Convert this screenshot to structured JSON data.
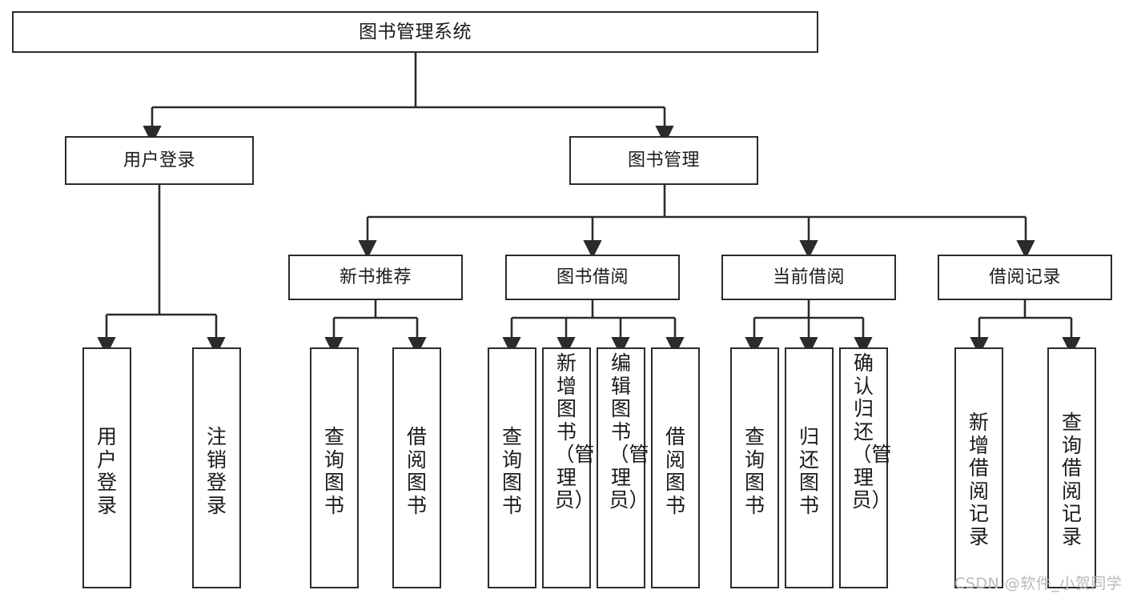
{
  "diagram": {
    "title": "图书管理系统",
    "type": "tree-hierarchy",
    "root": {
      "label": "图书管理系统"
    },
    "level2": [
      {
        "label": "用户登录"
      },
      {
        "label": "图书管理"
      }
    ],
    "level3": [
      {
        "label": "新书推荐"
      },
      {
        "label": "图书借阅"
      },
      {
        "label": "当前借阅"
      },
      {
        "label": "借阅记录"
      }
    ],
    "leaves": {
      "user_login": [
        {
          "label": "用户登录"
        },
        {
          "label": "注销登录"
        }
      ],
      "new_book_recommend": [
        {
          "label": "查询图书"
        },
        {
          "label": "借阅图书"
        }
      ],
      "book_borrow": [
        {
          "label": "查询图书"
        },
        {
          "label": "新增图书（管理员）"
        },
        {
          "label": "编辑图书（管理员）"
        },
        {
          "label": "借阅图书"
        }
      ],
      "current_borrow": [
        {
          "label": "查询图书"
        },
        {
          "label": "归还图书"
        },
        {
          "label": "确认归还（管理员）"
        }
      ],
      "borrow_record": [
        {
          "label": "新增借阅记录"
        },
        {
          "label": "查询借阅记录"
        }
      ]
    }
  },
  "watermark": {
    "text": "CSDN @软件_小贺同学"
  },
  "colors": {
    "border": "#2b2b2b",
    "background": "#ffffff",
    "text": "#1a1a1a",
    "watermark": "#b9b9b9"
  }
}
